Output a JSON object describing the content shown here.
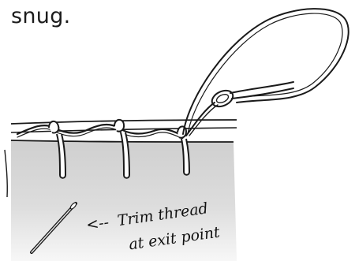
{
  "figure": {
    "intro_text": "snug.",
    "annotation": {
      "arrow": "<--",
      "line1": "Trim thread",
      "line2": "at exit point"
    }
  },
  "colors": {
    "ink": "#1a1a1a",
    "fabric_fill": "#d9d9d9",
    "paper": "#ffffff"
  },
  "icons": [
    "needle-icon",
    "thread-loop-icon",
    "arrow-left-icon"
  ]
}
